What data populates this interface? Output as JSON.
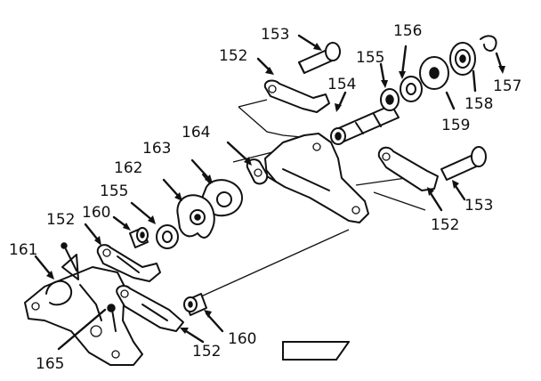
{
  "callouts": {
    "c153_top": "153",
    "c152_top": "152",
    "c154": "154",
    "c155_right": "155",
    "c156": "156",
    "c157": "157",
    "c158": "158",
    "c159": "159",
    "c164": "164",
    "c163": "163",
    "c162": "162",
    "c155_left": "155",
    "c160_left": "160",
    "c152_left": "152",
    "c161": "161",
    "c153_right": "153",
    "c152_right": "152",
    "c160_bottom": "160",
    "c152_bottom": "152",
    "c165": "165"
  }
}
